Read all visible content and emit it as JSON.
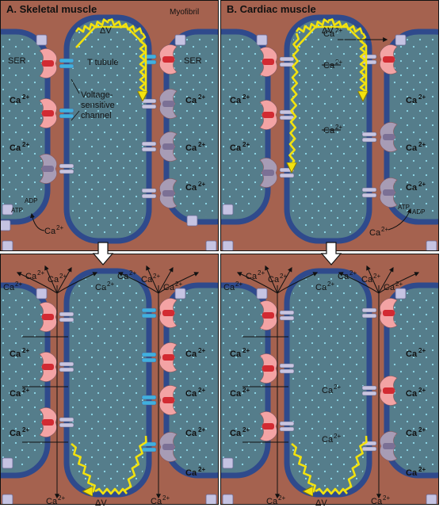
{
  "titles": {
    "skeletal": "A. Skeletal muscle",
    "cardiac": "B. Cardiac muscle"
  },
  "labels": {
    "myofibril": "Myofibril",
    "ser": "SER",
    "t_tubule": "T tubule",
    "voltage_line1": "Voltage-",
    "voltage_line2": "sensitive",
    "voltage_line3": "channel",
    "delta_v": "ΔV",
    "ca": "Ca",
    "charge": "2+",
    "atp": "ATP",
    "adp": "ADP"
  },
  "colors": {
    "background": "#a5624f",
    "sr_lumen": "#557d8b",
    "membrane": "#2f4a8c",
    "membrane_edge": "#16275e",
    "voltage_wave": "#f2e20e",
    "ryr_receptor": "#f3a3a4",
    "ryr_core": "#d22a32",
    "ryr_closed": "#a79cb5",
    "dhp_channel": "#3fb0e0",
    "dhp_closed": "#c9c5e0",
    "pump": "#c5c3e2",
    "arrow": "#ffffff"
  }
}
